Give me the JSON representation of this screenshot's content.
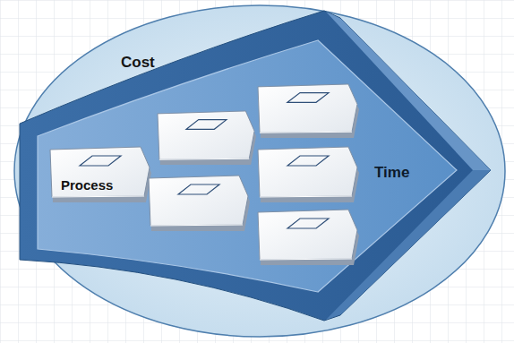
{
  "diagram": {
    "nodes": [
      {
        "text": [
          "Cost"
        ]
      },
      {
        "text": [
          "Time"
        ],
        "in": 0
      },
      {
        "text": [
          "Process"
        ],
        "in": 1
      }
    ]
  }
}
